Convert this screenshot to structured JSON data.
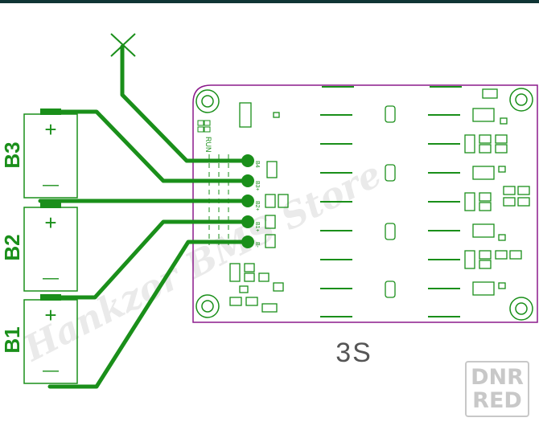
{
  "cells": [
    {
      "label": "B3",
      "plus": "+",
      "minus": "—"
    },
    {
      "label": "B2",
      "plus": "+",
      "minus": "—"
    },
    {
      "label": "B1",
      "plus": "+",
      "minus": "—"
    }
  ],
  "pins": [
    "B4",
    "B3+",
    "B2+",
    "B1+",
    "B-"
  ],
  "run_label": "RUN",
  "board_label": "3S",
  "watermark": "Hankzor BMS Store",
  "badge": {
    "line1": "DNR",
    "line2": "RED"
  },
  "colors": {
    "trace": "#1a8f1a",
    "board_outline": "#8b1a8b",
    "silkscreen": "#1a8f1a",
    "badge": "#c8c8c8"
  }
}
